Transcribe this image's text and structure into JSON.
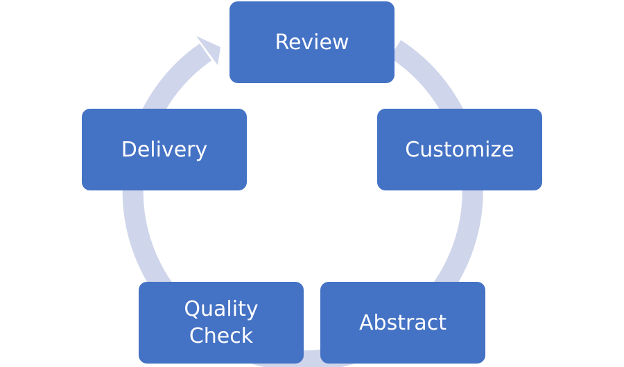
{
  "diagram": {
    "type": "cycle",
    "colors": {
      "node_fill": "#4472c4",
      "node_text": "#ffffff",
      "ring": "#cfd5ea"
    },
    "steps": [
      {
        "id": "review",
        "label": "Review"
      },
      {
        "id": "customize",
        "label": "Customize"
      },
      {
        "id": "abstract",
        "label": "Abstract"
      },
      {
        "id": "quality",
        "label": "Quality\nCheck"
      },
      {
        "id": "delivery",
        "label": "Delivery"
      }
    ]
  }
}
